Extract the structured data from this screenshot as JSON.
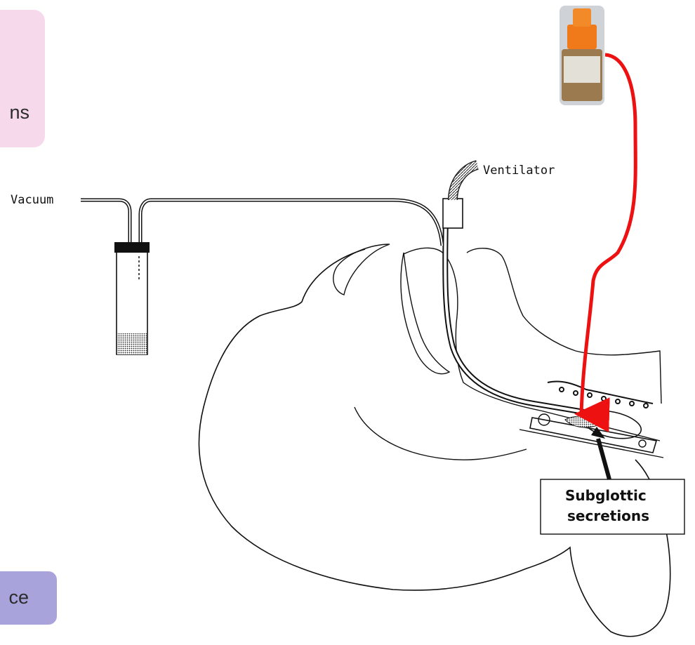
{
  "labels": {
    "vacuum": "Vacuum",
    "ventilator": "Ventilator",
    "secretions_line1": "Subglottic",
    "secretions_line2": "secretions"
  },
  "callouts": {
    "top_fragment": "ns",
    "bottom_fragment": "ce"
  },
  "colors": {
    "top_callout_bg": "#f7d9ec",
    "bottom_callout_bg": "#a9a3dc",
    "arrow_red": "#ee1111"
  }
}
